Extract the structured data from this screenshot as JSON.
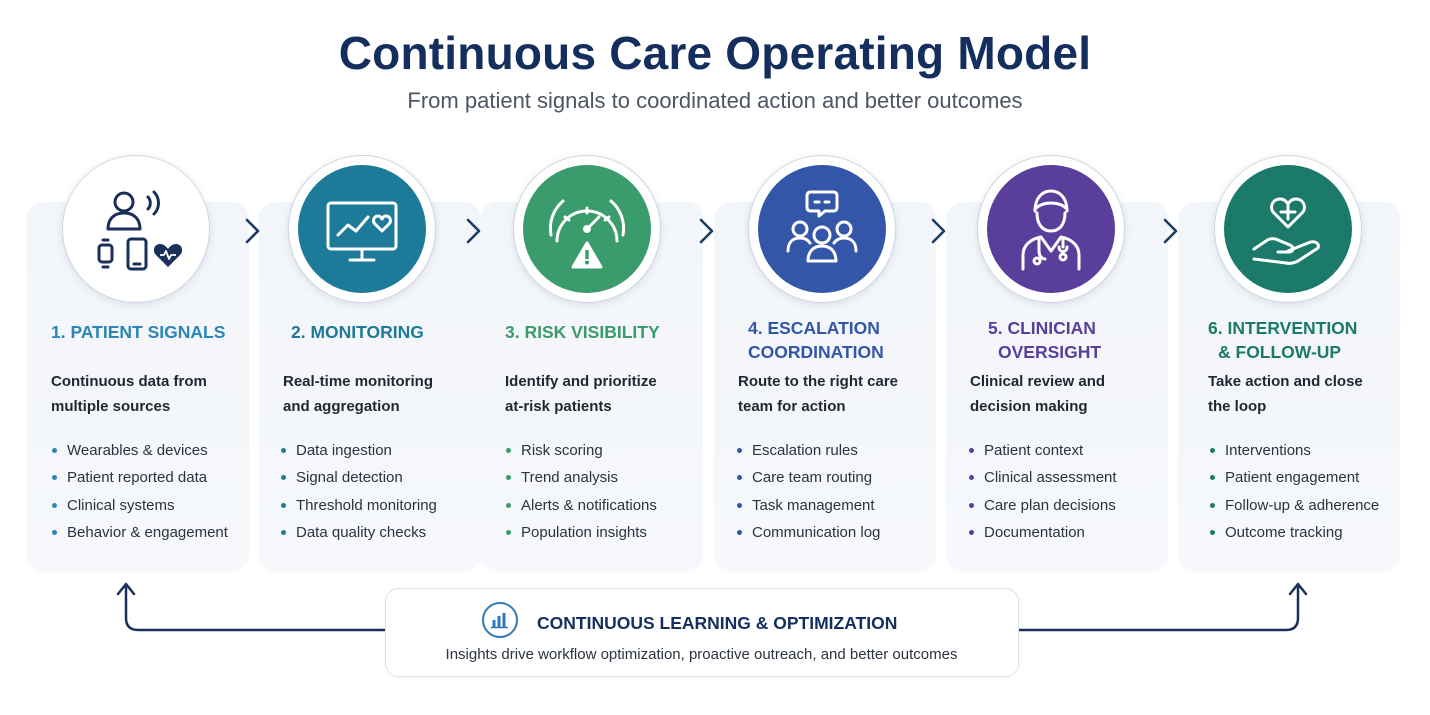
{
  "header": {
    "title": "Continuous Care Operating Model",
    "subtitle": "From patient signals to coordinated action and better outcomes"
  },
  "steps": [
    {
      "title_lines": [
        "1. PATIENT SIGNALS"
      ],
      "desc_lines": [
        "Continuous data from",
        "multiple sources"
      ],
      "items": [
        "Wearables & devices",
        "Patient reported data",
        "Clinical systems",
        "Behavior & engagement"
      ],
      "color": "#2a86b6",
      "icon": "patient-devices-icon"
    },
    {
      "title_lines": [
        "2. MONITORING"
      ],
      "desc_lines": [
        "Real-time monitoring",
        "and aggregation"
      ],
      "items": [
        "Data ingestion",
        "Signal detection",
        "Threshold monitoring",
        "Data quality checks"
      ],
      "color": "#1d7a99",
      "icon": "monitor-heart-icon"
    },
    {
      "title_lines": [
        "3. RISK VISIBILITY"
      ],
      "desc_lines": [
        "Identify and prioritize",
        "at-risk patients"
      ],
      "items": [
        "Risk scoring",
        "Trend analysis",
        "Alerts & notifications",
        "Population insights"
      ],
      "color": "#3a9b6c",
      "icon": "risk-gauge-icon"
    },
    {
      "title_lines": [
        "4. ESCALATION",
        "COORDINATION"
      ],
      "desc_lines": [
        "Route to the right care",
        "team for action"
      ],
      "items": [
        "Escalation rules",
        "Care team routing",
        "Task management",
        "Communication log"
      ],
      "color": "#3456a8",
      "icon": "care-team-icon"
    },
    {
      "title_lines": [
        "5. CLINICIAN",
        "OVERSIGHT"
      ],
      "desc_lines": [
        "Clinical review and",
        "decision making"
      ],
      "items": [
        "Patient context",
        "Clinical assessment",
        "Care plan decisions",
        "Documentation"
      ],
      "color": "#5a3e9b",
      "icon": "clinician-icon"
    },
    {
      "title_lines": [
        "6. INTERVENTION",
        "& FOLLOW-UP"
      ],
      "desc_lines": [
        "Take action and close",
        "the loop"
      ],
      "items": [
        "Interventions",
        "Patient engagement",
        "Follow-up & adherence",
        "Outcome tracking"
      ],
      "color": "#1b7a6a",
      "icon": "heart-hand-icon"
    }
  ],
  "learning": {
    "title": "CONTINUOUS LEARNING & OPTIMIZATION",
    "description": "Insights drive workflow optimization, proactive outreach, and better outcomes",
    "icon": "bar-chart-icon"
  },
  "colors": {
    "navy": "#142f5e",
    "chevron": "#1e3a66",
    "panel_bg": "#f3f6fa"
  }
}
